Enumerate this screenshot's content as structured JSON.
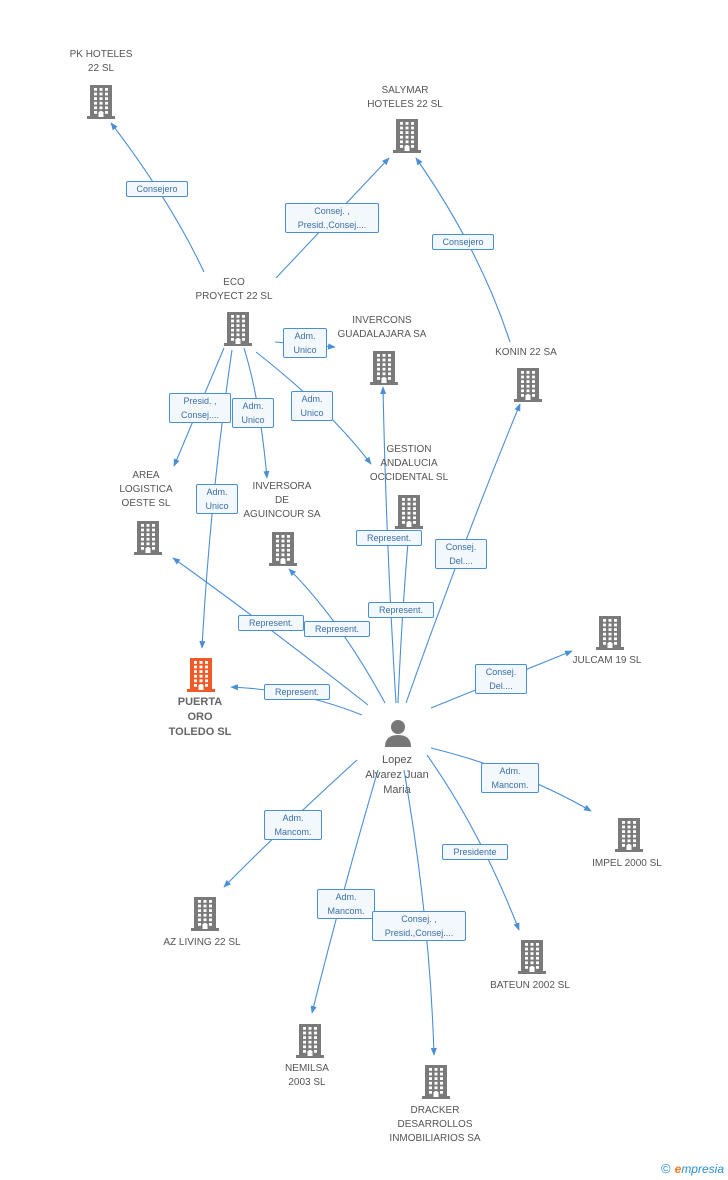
{
  "colors": {
    "edge": "#4a8fd6",
    "building": "#7a7a7a",
    "focus": "#f05a28",
    "person": "#777777"
  },
  "nodes": [
    {
      "id": "pk",
      "label": "PK HOTELES\n22 SL",
      "icon": "building-icon"
    },
    {
      "id": "salymar",
      "label": "SALYMAR\nHOTELES 22 SL",
      "icon": "building-icon"
    },
    {
      "id": "eco",
      "label": "ECO\nPROYECT 22 SL",
      "icon": "building-icon"
    },
    {
      "id": "invercons",
      "label": "INVERCONS\nGUADALAJARA SA",
      "icon": "building-icon"
    },
    {
      "id": "konin",
      "label": "KONIN 22 SA",
      "icon": "building-icon"
    },
    {
      "id": "gestion",
      "label": "GESTION\nANDALUCIA\nOCCIDENTAL SL",
      "icon": "building-icon"
    },
    {
      "id": "area",
      "label": "AREA\nLOGISTICA\nOESTE SL",
      "icon": "building-icon"
    },
    {
      "id": "inversora",
      "label": "INVERSORA\nDE\nAGUINCOUR SA",
      "icon": "building-icon"
    },
    {
      "id": "puerta",
      "label": "PUERTA\nORO\nTOLEDO SL",
      "icon": "building-icon",
      "focus": true
    },
    {
      "id": "julcam",
      "label": "JULCAM 19 SL",
      "icon": "building-icon"
    },
    {
      "id": "lopez",
      "label": "Lopez\nAlvarez Juan\nMaria",
      "icon": "person-icon",
      "person": true
    },
    {
      "id": "impel",
      "label": "IMPEL 2000  SL",
      "icon": "building-icon"
    },
    {
      "id": "azliving",
      "label": "AZ LIVING 22 SL",
      "icon": "building-icon"
    },
    {
      "id": "bateun",
      "label": "BATEUN 2002 SL",
      "icon": "building-icon"
    },
    {
      "id": "nemilsa",
      "label": "NEMILSA\n2003 SL",
      "icon": "building-icon"
    },
    {
      "id": "dracker",
      "label": "DRACKER\nDESARROLLOS\nINMOBILIARIOS SA",
      "icon": "building-icon"
    }
  ],
  "edges": [
    {
      "from": "eco",
      "to": "pk",
      "label": "Consejero"
    },
    {
      "from": "eco",
      "to": "salymar",
      "label": "Consej. ,\nPresid.,Consej...."
    },
    {
      "from": "konin",
      "to": "salymar",
      "label": "Consejero"
    },
    {
      "from": "eco",
      "to": "invercons",
      "label": "Adm.\nUnico"
    },
    {
      "from": "eco",
      "to": "area",
      "label": "Presid. ,\nConsej...."
    },
    {
      "from": "eco",
      "to": "inversora",
      "label": "Adm.\nUnico"
    },
    {
      "from": "eco",
      "to": "gestion",
      "label": "Adm.\nUnico"
    },
    {
      "from": "eco",
      "to": "puerta",
      "label": "Adm.\nUnico"
    },
    {
      "from": "lopez",
      "to": "area",
      "label": "Represent."
    },
    {
      "from": "lopez",
      "to": "inversora",
      "label": "Represent."
    },
    {
      "from": "lopez",
      "to": "gestion",
      "label": "Represent."
    },
    {
      "from": "lopez",
      "to": "invercons",
      "label": "Represent."
    },
    {
      "from": "lopez",
      "to": "konin",
      "label": "Consej.\nDel...."
    },
    {
      "from": "lopez",
      "to": "puerta",
      "label": "Represent."
    },
    {
      "from": "lopez",
      "to": "julcam",
      "label": "Consej.\nDel...."
    },
    {
      "from": "lopez",
      "to": "impel",
      "label": "Adm.\nMancom."
    },
    {
      "from": "lopez",
      "to": "azliving",
      "label": "Adm.\nMancom."
    },
    {
      "from": "lopez",
      "to": "bateun",
      "label": "Presidente"
    },
    {
      "from": "lopez",
      "to": "nemilsa",
      "label": "Adm.\nMancom."
    },
    {
      "from": "lopez",
      "to": "dracker",
      "label": "Consej. ,\nPresid.,Consej...."
    }
  ],
  "footer": {
    "copyright": "©",
    "brand_first": "e",
    "brand_rest": "mpresia"
  }
}
